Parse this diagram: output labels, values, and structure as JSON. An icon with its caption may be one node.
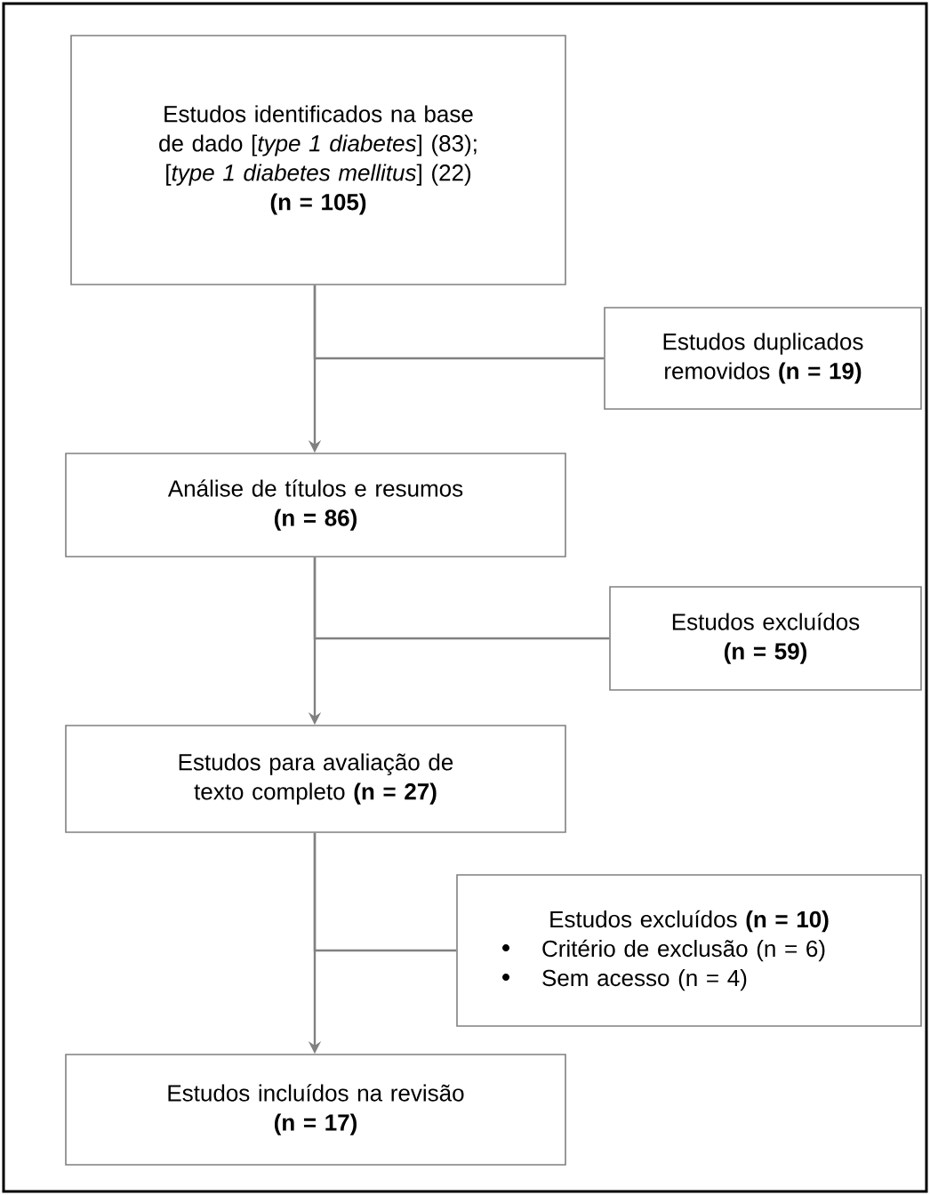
{
  "diagram": {
    "nodes": [
      {
        "text": [
          "Estudos identificados na base de dado [*type 1 diabetes*] (83); [*type 1 diabetes mellitus*] (22)",
          "(n = 105)"
        ]
      },
      {
        "text": [
          "Estudos duplicados removidos **(n = 19)**"
        ]
      },
      {
        "text": [
          "Análise de títulos e resumos",
          "(n = 86)"
        ]
      },
      {
        "text": [
          "Estudos excluídos",
          "(n = 59)"
        ]
      },
      {
        "text": [
          "Estudos para avaliação de texto completo **(n = 27)**"
        ]
      },
      {
        "text": [
          "Estudos excluídos **(n = 10)**",
          "Critério de exclusão (n = 6)",
          "Sem acesso (n = 4)"
        ]
      },
      {
        "text": [
          "Estudos incluídos na revisão",
          "(n = 17)"
        ]
      }
    ],
    "edges": [
      {
        "from": 0,
        "to": 2,
        "arrow": "to"
      },
      {
        "from": 0,
        "to": 1,
        "arrow": "none"
      },
      {
        "from": 2,
        "to": 4,
        "arrow": "to"
      },
      {
        "from": 2,
        "to": 3,
        "arrow": "none"
      },
      {
        "from": 4,
        "to": 6,
        "arrow": "to"
      },
      {
        "from": 4,
        "to": 5,
        "arrow": "none"
      }
    ]
  }
}
